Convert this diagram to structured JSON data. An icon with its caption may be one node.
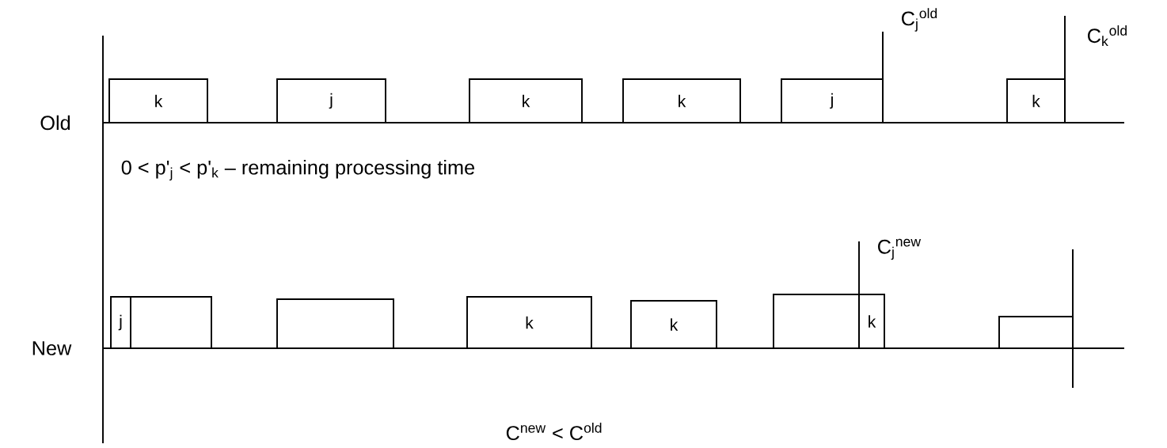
{
  "diagram": {
    "nodes": [
      {
        "text": [
          "k"
        ]
      },
      {
        "text": [
          "j"
        ]
      },
      {
        "text": [
          "k"
        ]
      },
      {
        "text": [
          "k"
        ]
      },
      {
        "text": [
          "j"
        ]
      },
      {
        "text": [
          "k"
        ]
      },
      {
        "text": [
          "j"
        ]
      },
      {
        "text": [],
        "shape": "box"
      },
      {
        "text": [],
        "shape": "box"
      },
      {
        "text": [
          "k"
        ]
      },
      {
        "text": [
          "k"
        ]
      },
      {
        "text": [],
        "shape": "box"
      },
      {
        "text": [
          "k"
        ]
      },
      {
        "text": [],
        "shape": "box"
      }
    ],
    "labels": [
      "C$_{j}$$^{old}$",
      "C$_{k}$$^{old}$",
      "Old",
      "0 < p'$_{j}$ < p'$_{k}$ – remaining processing time",
      "C$_{j}$$^{new}$",
      "New",
      "C$^{new}$ < C$^{old}$"
    ]
  }
}
